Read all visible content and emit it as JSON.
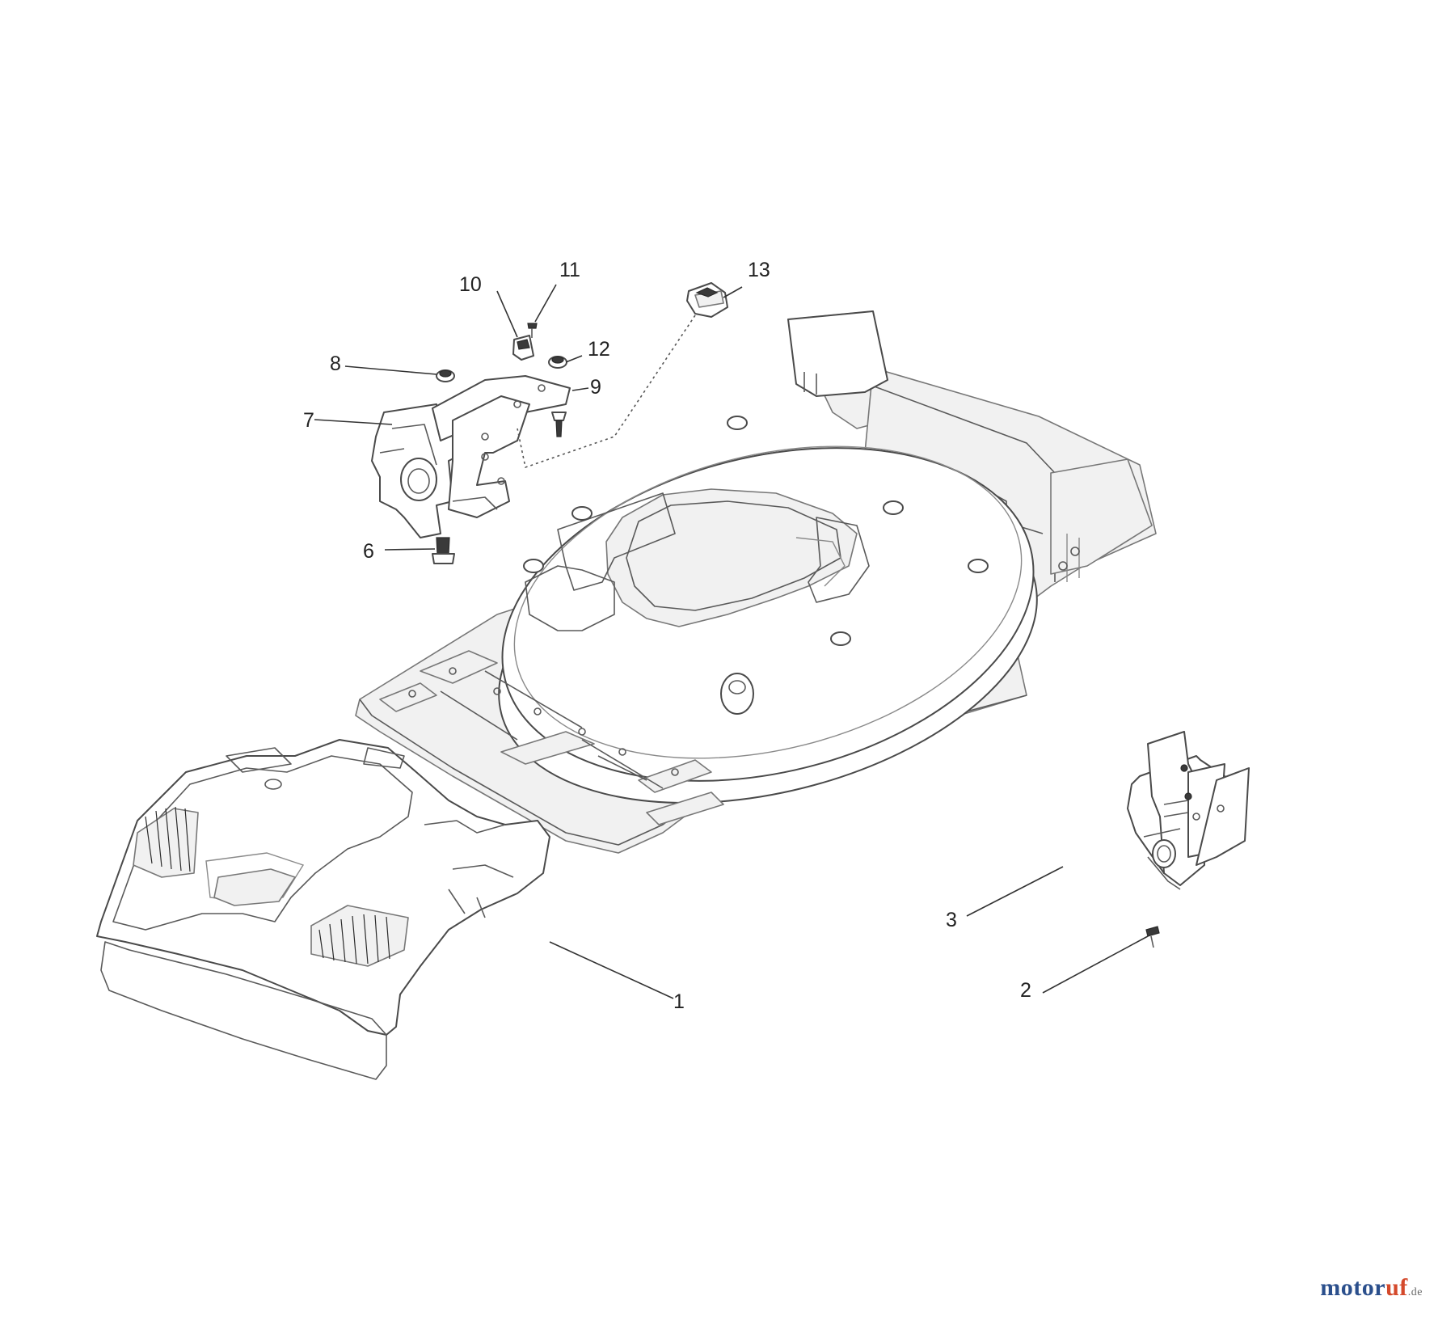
{
  "callouts": [
    {
      "id": "1",
      "label": "1"
    },
    {
      "id": "2",
      "label": "2"
    },
    {
      "id": "3",
      "label": "3"
    },
    {
      "id": "6",
      "label": "6"
    },
    {
      "id": "7",
      "label": "7"
    },
    {
      "id": "8",
      "label": "8"
    },
    {
      "id": "9",
      "label": "9"
    },
    {
      "id": "10",
      "label": "10"
    },
    {
      "id": "11",
      "label": "11"
    },
    {
      "id": "12",
      "label": "12"
    },
    {
      "id": "13",
      "label": "13"
    }
  ],
  "watermark": {
    "main": "motor",
    "accent": "uf",
    "tld": ".de"
  },
  "colors": {
    "line": "#4a4a4a",
    "watermark_blue": "#2b4f8c",
    "watermark_red": "#d4492b"
  }
}
